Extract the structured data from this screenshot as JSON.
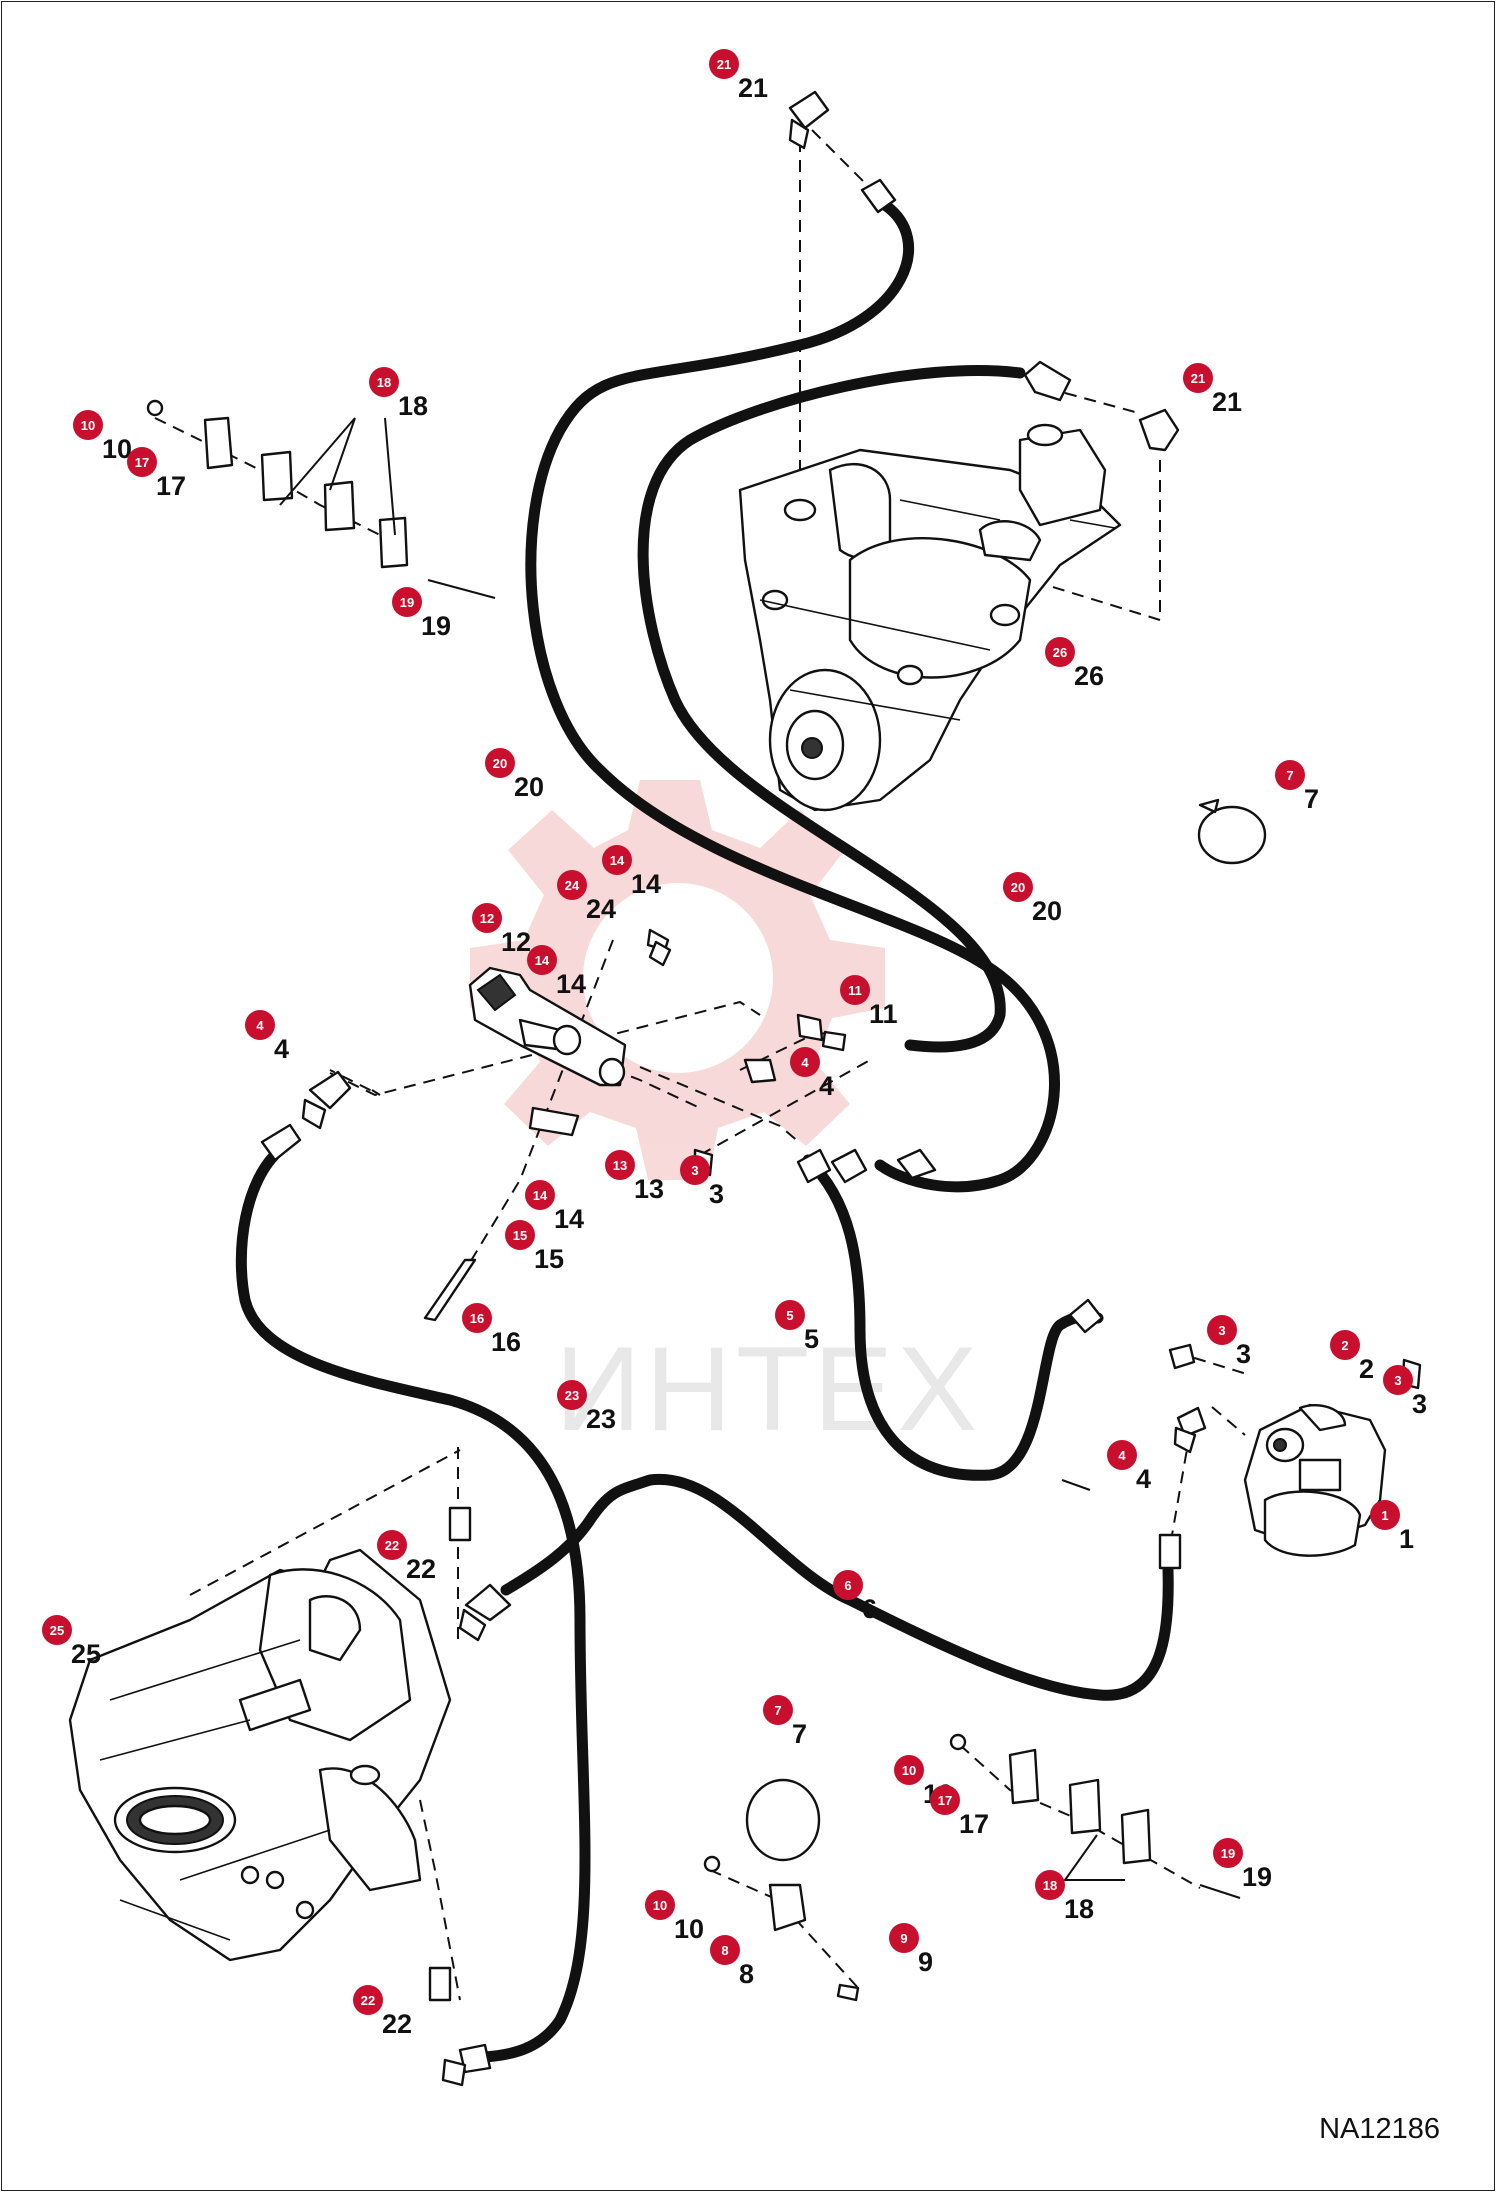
{
  "drawing_id": "NA12186",
  "watermark_text": "ИНТЕХ",
  "colors": {
    "badge": "#c8102e",
    "ink": "#111111",
    "watermark": "#f3b3b3"
  },
  "callouts": [
    {
      "label": "1"
    },
    {
      "label": "2"
    },
    {
      "label": "3"
    },
    {
      "label": "3"
    },
    {
      "label": "3"
    },
    {
      "label": "4"
    },
    {
      "label": "4"
    },
    {
      "label": "4"
    },
    {
      "label": "5"
    },
    {
      "label": "6"
    },
    {
      "label": "7"
    },
    {
      "label": "7"
    },
    {
      "label": "8"
    },
    {
      "label": "9"
    },
    {
      "label": "10"
    },
    {
      "label": "10"
    },
    {
      "label": "10"
    },
    {
      "label": "11"
    },
    {
      "label": "12"
    },
    {
      "label": "13"
    },
    {
      "label": "14"
    },
    {
      "label": "14"
    },
    {
      "label": "14"
    },
    {
      "label": "15"
    },
    {
      "label": "16"
    },
    {
      "label": "17"
    },
    {
      "label": "17"
    },
    {
      "label": "18"
    },
    {
      "label": "18"
    },
    {
      "label": "19"
    },
    {
      "label": "19"
    },
    {
      "label": "20"
    },
    {
      "label": "20"
    },
    {
      "label": "21"
    },
    {
      "label": "21"
    },
    {
      "label": "22"
    },
    {
      "label": "22"
    },
    {
      "label": "23"
    },
    {
      "label": "24"
    },
    {
      "label": "25"
    },
    {
      "label": "26"
    }
  ]
}
